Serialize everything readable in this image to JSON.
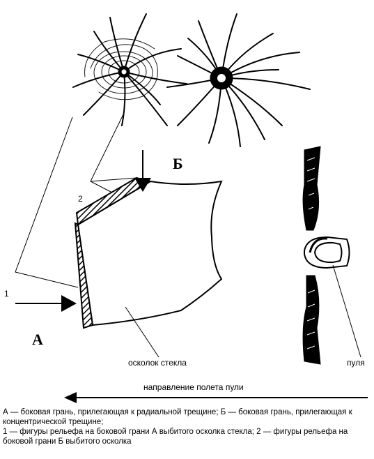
{
  "labels": {
    "face_a": "А",
    "face_b": "Б",
    "num_1": "1",
    "num_2": "2",
    "fragment": "осколок стекла",
    "bullet": "пуля",
    "direction": "направление полета пули"
  },
  "caption": {
    "line1": "А — боковая грань, прилегающая к радиальной трещине; Б — боковая грань, прилегающая к концентрической трещине;",
    "line2": "1 — фигуры рельефа на боковой грани А выбитого осколка стекла; 2 — фигуры рельефа на боковой грани Б выбитого осколка"
  }
}
